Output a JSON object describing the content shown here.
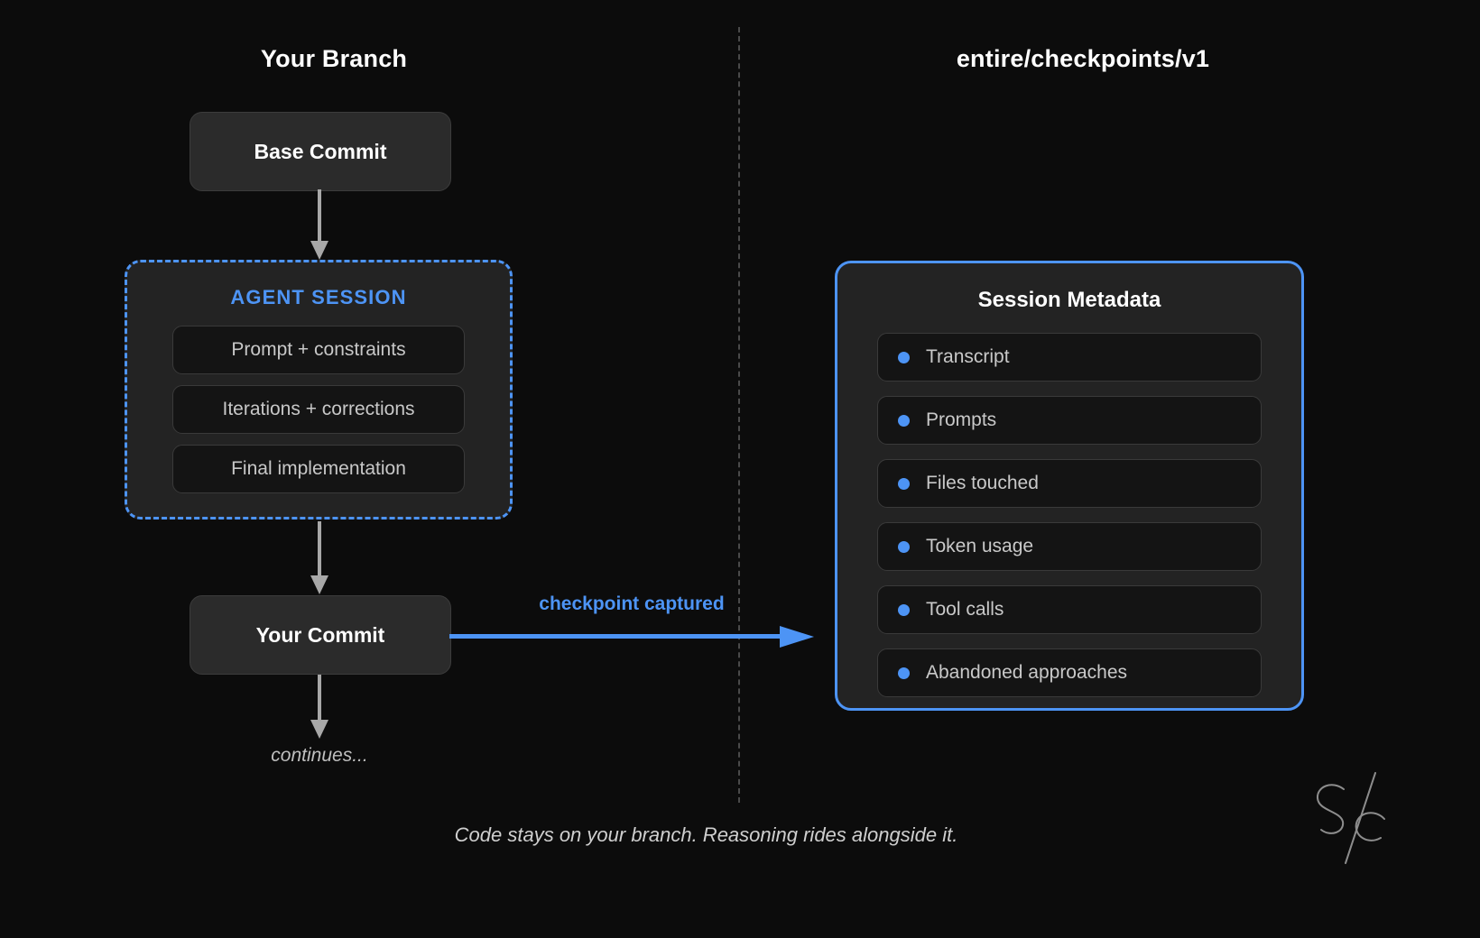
{
  "columns": {
    "left_title": "Your Branch",
    "right_title": "entire/checkpoints/v1"
  },
  "branch": {
    "base_commit": "Base Commit",
    "your_commit": "Your Commit",
    "continues": "continues..."
  },
  "agent_session": {
    "title": "AGENT SESSION",
    "items": [
      {
        "label": "Prompt + constraints"
      },
      {
        "label": "Iterations + corrections"
      },
      {
        "label": "Final implementation"
      }
    ]
  },
  "checkpoint": {
    "label": "checkpoint captured"
  },
  "metadata_panel": {
    "title": "Session Metadata",
    "items": [
      {
        "label": "Transcript"
      },
      {
        "label": "Prompts"
      },
      {
        "label": "Files touched"
      },
      {
        "label": "Token usage"
      },
      {
        "label": "Tool calls"
      },
      {
        "label": "Abandoned approaches"
      }
    ]
  },
  "footer": {
    "caption": "Code stays on your branch. Reasoning rides alongside it."
  },
  "colors": {
    "background": "#0c0c0c",
    "accent_blue": "#4d94f5",
    "node_fill": "#2b2b2b",
    "panel_fill": "#232323",
    "item_fill": "#141414",
    "arrow_gray": "#a8a8a8",
    "divider_gray": "#4a4a4a",
    "text_primary": "#ffffff",
    "text_secondary": "#c9c9c9"
  }
}
